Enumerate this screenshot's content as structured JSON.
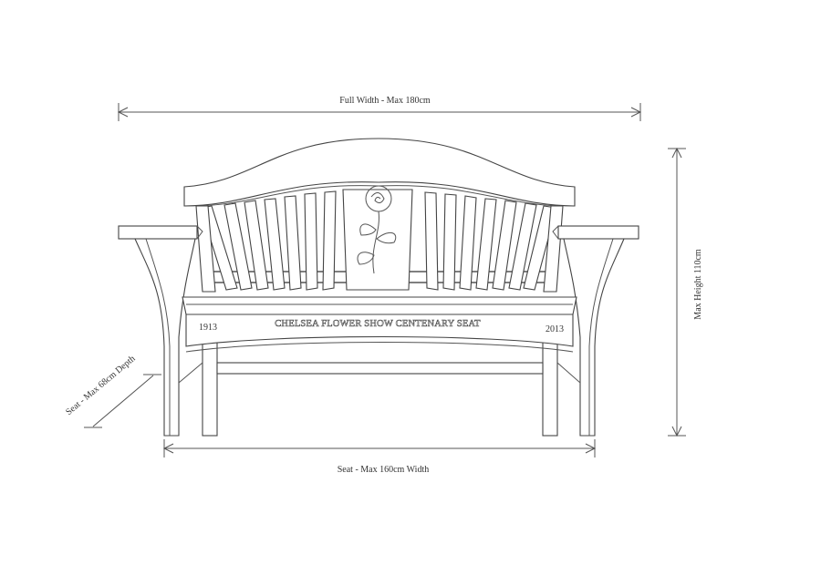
{
  "dimensions": {
    "full_width": "Full Width  - Max 180cm",
    "max_height": "Max Height 110cm",
    "seat_width": "Seat  - Max 160cm Width",
    "seat_depth": "Seat  - Max 68cm Depth"
  },
  "bench": {
    "inscription": "CHELSEA FLOWER SHOW CENTENARY SEAT",
    "year_left": "1913",
    "year_right": "2013"
  }
}
